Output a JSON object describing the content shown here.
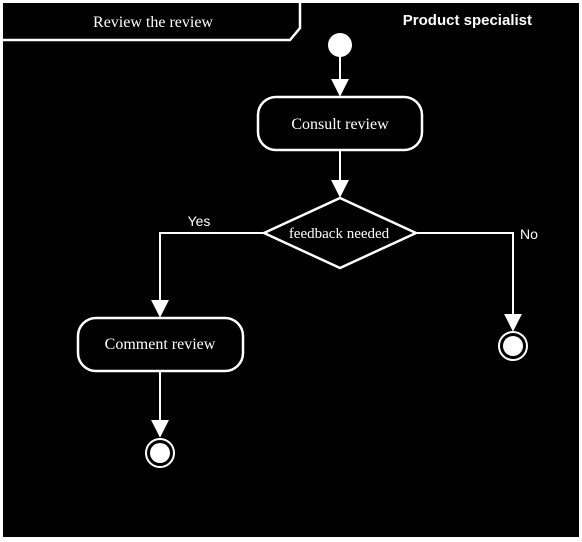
{
  "frame": {
    "title": "Review the review",
    "swimlane": "Product specialist"
  },
  "nodes": {
    "consult": {
      "label": "Consult review"
    },
    "decision": {
      "label": "feedback needed"
    },
    "comment": {
      "label": "Comment review"
    }
  },
  "edges": {
    "yes_label": "Yes",
    "no_label": "No"
  },
  "colors": {
    "background": "#000000",
    "stroke": "#ffffff",
    "text": "#ffffff",
    "page": "#ffffff"
  }
}
